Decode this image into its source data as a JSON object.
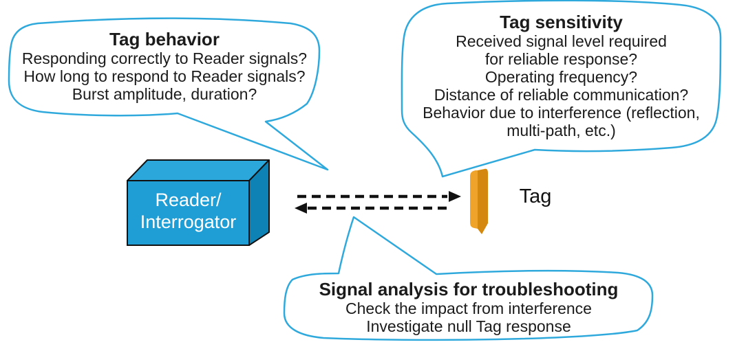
{
  "diagram": {
    "bubbles": [
      {
        "id": "tag-behavior",
        "title": "Tag behavior",
        "lines": [
          "Responding correctly to Reader signals?",
          "How long to respond to Reader signals?",
          "Burst amplitude, duration?"
        ]
      },
      {
        "id": "tag-sensitivity",
        "title": "Tag sensitivity",
        "lines": [
          "Received signal level required",
          "for reliable response?",
          "Operating frequency?",
          "Distance of reliable communication?",
          "Behavior due to interference (reflection,",
          "multi-path, etc.)"
        ]
      },
      {
        "id": "signal-analysis",
        "title": "Signal analysis for troubleshooting",
        "lines": [
          "Check the impact from interference",
          "Investigate null Tag response"
        ]
      }
    ],
    "nodes": {
      "reader": {
        "lines": [
          "Reader/",
          "Interrogator"
        ]
      },
      "tag": {
        "label": "Tag"
      }
    },
    "colors": {
      "bubble_stroke": "#2FA9DC",
      "reader_front": "#1F9ED6",
      "reader_top": "#2BA7DC",
      "reader_side": "#0E82B5",
      "tag_front": "#F0A32A",
      "tag_side": "#D5880E",
      "arrow": "#111111",
      "outline": "#111111"
    }
  }
}
